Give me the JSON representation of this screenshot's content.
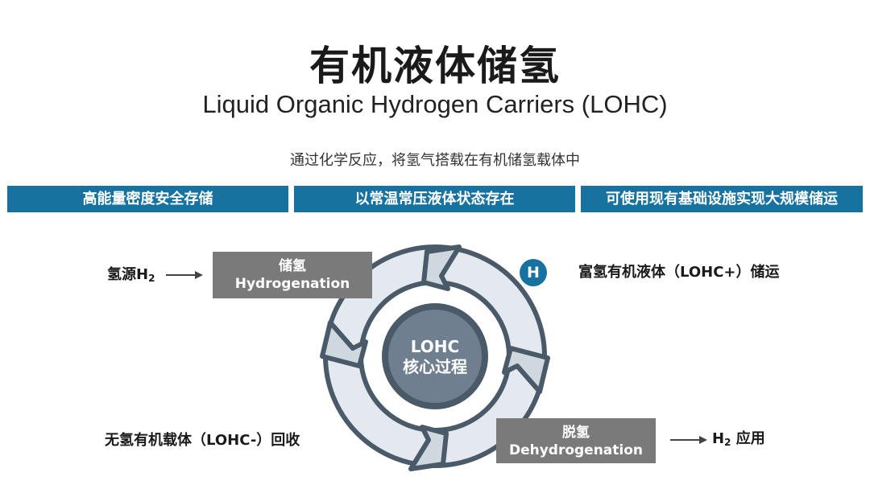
{
  "title": "有机液体储氢",
  "subtitle": "Liquid Organic Hydrogen Carriers (LOHC)",
  "intro": "通过化学反应，将氢气搭载在有机储氢载体中",
  "banners": [
    "高能量密度安全存储",
    "以常温常压液体状态存在",
    "可使用现有基础设施实现大规模储运"
  ],
  "hydrogenation": {
    "cn": "储氢",
    "en": "Hydrogenation"
  },
  "dehydrogenation": {
    "cn": "脱氢",
    "en": "Dehydrogenation"
  },
  "center": {
    "line1": "LOHC",
    "line2": "核心过程"
  },
  "badge": "H",
  "labels": {
    "source_prefix": "氢源H",
    "source_sub": "2",
    "rich": "富氢有机液体（LOHC+）储运",
    "lean": "无氢有机载体（LOHC-）回收",
    "use_prefix": "H",
    "use_sub": "2",
    "use_suffix": " 应用"
  },
  "colors": {
    "banner": "#1872a0",
    "box": "#7a7a7a",
    "center": "#6f7f8f",
    "ring_light": "#dfe6ec",
    "ring_stroke": "#4a5a69"
  }
}
